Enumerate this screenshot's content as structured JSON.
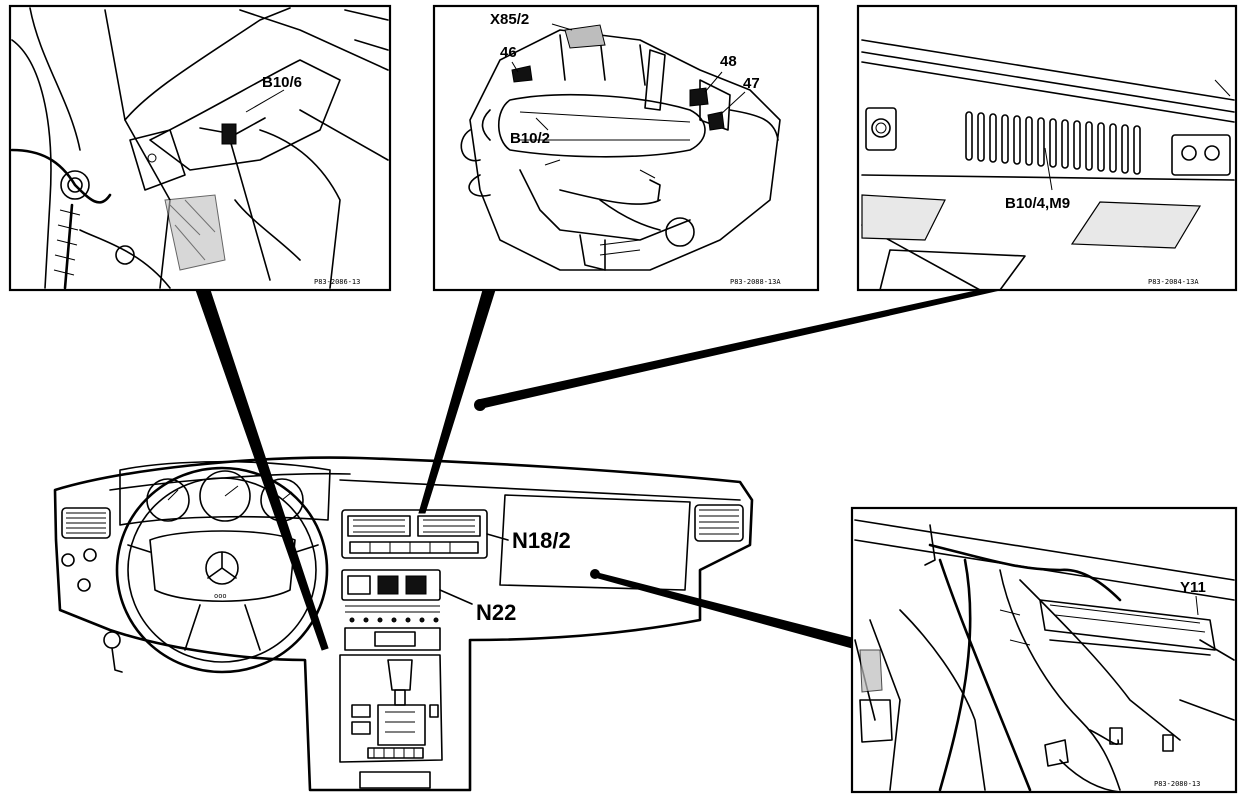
{
  "panels": {
    "top_left": {
      "label": "B10/6",
      "ref_code": "P83-2086-13"
    },
    "top_middle": {
      "labels": [
        "X85/2",
        "46",
        "48",
        "47",
        "B10/2"
      ],
      "ref_code": "P83-2088-13A"
    },
    "top_right": {
      "label": "B10/4,M9",
      "ref_code": "P83-2084-13A"
    },
    "bottom_right": {
      "label": "Y11",
      "ref_code": "P83-2080-13"
    }
  },
  "dashboard": {
    "labels": {
      "climate_control": "N18/2",
      "switch_module": "N22"
    }
  }
}
